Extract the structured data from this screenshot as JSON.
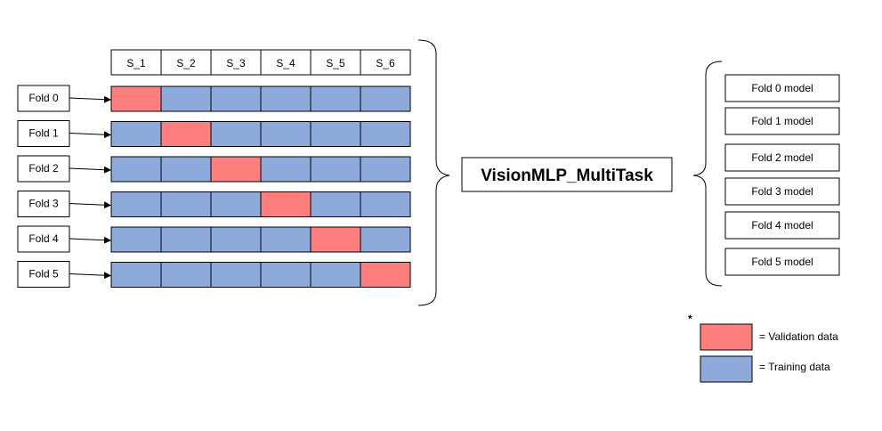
{
  "subjects": [
    "S_1",
    "S_2",
    "S_3",
    "S_4",
    "S_5",
    "S_6"
  ],
  "folds": [
    {
      "label": "Fold 0",
      "validation_index": 0
    },
    {
      "label": "Fold 1",
      "validation_index": 1
    },
    {
      "label": "Fold 2",
      "validation_index": 2
    },
    {
      "label": "Fold 3",
      "validation_index": 3
    },
    {
      "label": "Fold 4",
      "validation_index": 4
    },
    {
      "label": "Fold 5",
      "validation_index": 5
    }
  ],
  "model_name": "VisionMLP_MultiTask",
  "outputs": [
    "Fold 0 model",
    "Fold 1 model",
    "Fold 2 model",
    "Fold 3 model",
    "Fold 4 model",
    "Fold 5 model"
  ],
  "legend": {
    "asterisk": "*",
    "items": [
      {
        "label": "= Validation data",
        "color": "#ff7f7f"
      },
      {
        "label": "= Training data",
        "color": "#8eaadb"
      }
    ]
  },
  "colors": {
    "validation": "#ff7f7f",
    "training": "#8eaadb",
    "stroke": "#000000"
  }
}
